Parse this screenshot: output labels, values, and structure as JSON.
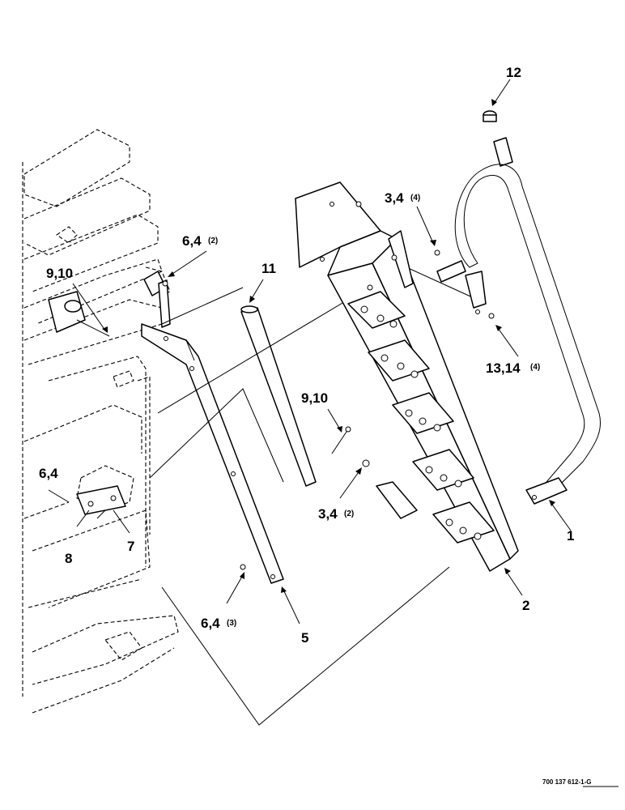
{
  "callouts": {
    "c12": "12",
    "c34_top": "3,4",
    "c34_top_qty": "(4)",
    "c64_top": "6,4",
    "c64_top_qty": "(2)",
    "c11": "11",
    "c910_left": "9,10",
    "c1314": "13,14",
    "c1314_qty": "(4)",
    "c910_mid": "9,10",
    "c64_left": "6,4",
    "c7": "7",
    "c8": "8",
    "c34_bottom": "3,4",
    "c34_bottom_qty": "(2)",
    "c1": "1",
    "c2": "2",
    "c64_bottom": "6,4",
    "c64_bottom_qty": "(3)",
    "c5": "5"
  },
  "reference": "700 137 612-1-G"
}
